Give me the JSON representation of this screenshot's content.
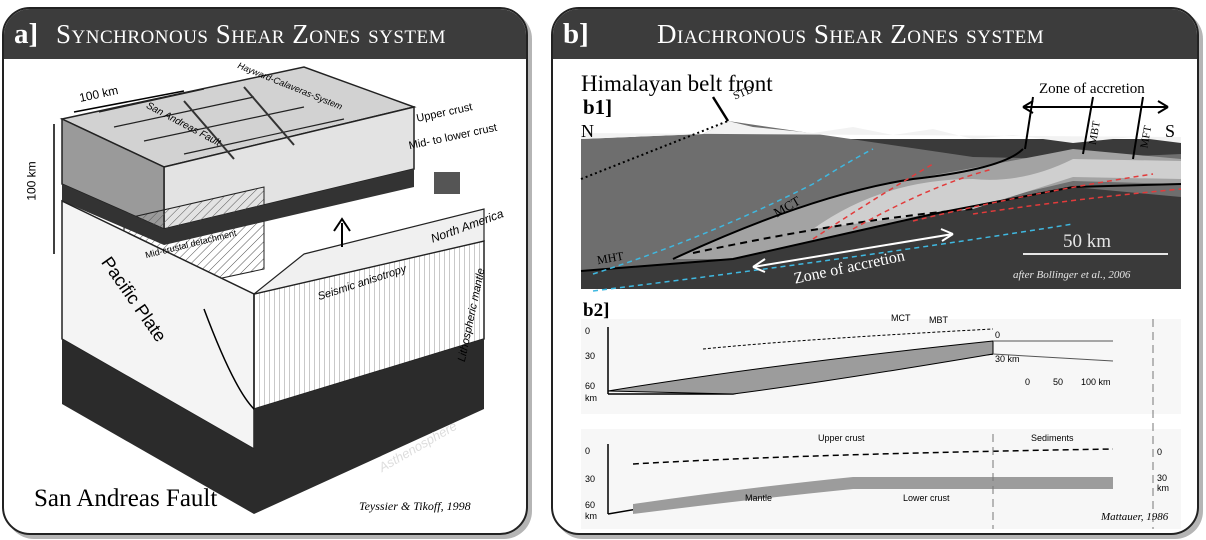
{
  "panel_a": {
    "tag": "a]",
    "title": "Synchronous Shear Zones system",
    "caption": "San Andreas Fault",
    "credit": "Teyssier & Tikoff, 1998",
    "block_labels": {
      "width_scale": "100 km",
      "depth_scale": "100 km",
      "upper_crust": "Upper crust",
      "mid_lower_crust": "Mid- to lower crust",
      "san_andreas_fault": "San Andreas Fault",
      "hayward_system": "Hayward-Calaveras-System",
      "detachment": "Mid-crustal detachment",
      "north_america": "North America",
      "seismic_anisotropy": "Seismic anisotropy",
      "lithospheric_mantle": "Lithospheric mantle",
      "pacific_plate": "Pacific Plate",
      "asthenosphere": "Asthenosphere"
    }
  },
  "panel_b": {
    "tag": "b]",
    "title": "Diachronous Shear Zones system",
    "heading": "Himalayan belt front",
    "b1": {
      "tag": "b1]",
      "north": "N",
      "south": "S",
      "zone_top": "Zone of accretion",
      "zone_bottom": "Zone of accretion",
      "std": "STD",
      "mct": "MCT",
      "mbt": "MBT",
      "mft": "MFT",
      "mht": "MHT",
      "scale": "50 km",
      "credit": "after Bollinger et al., 2006"
    },
    "b2": {
      "tag": "b2]",
      "credit": "Mattauer, 1986",
      "upper_section": {
        "depths": [
          "0",
          "30",
          "60"
        ],
        "depth_unit": "km",
        "right_depths": [
          "0",
          "30 km"
        ],
        "labels": [
          "MCT",
          "MBT"
        ],
        "scale": [
          "0",
          "50",
          "100 km"
        ]
      },
      "lower_section": {
        "depths": [
          "0",
          "30",
          "60"
        ],
        "depth_unit": "km",
        "right_depths": [
          "0",
          "30",
          "km"
        ],
        "labels": [
          "Upper crust",
          "Sediments",
          "Mantle",
          "Lower crust"
        ]
      }
    }
  }
}
